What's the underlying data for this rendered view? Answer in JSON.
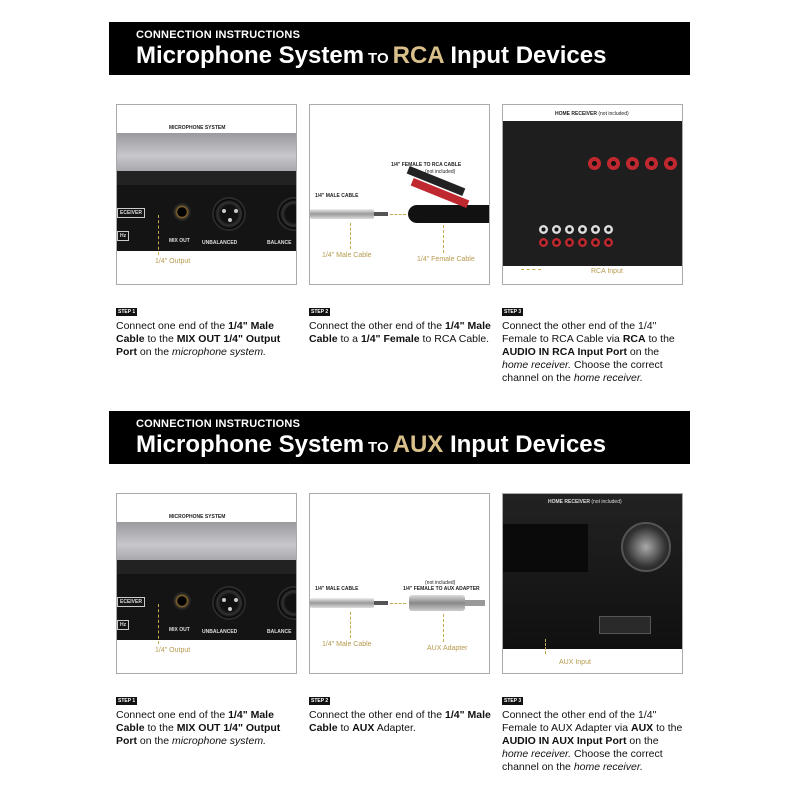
{
  "colors": {
    "banner_bg": "#000000",
    "highlight": "#d9c08a",
    "callout": "#b89a4e"
  },
  "sections": [
    {
      "kicker": "CONNECTION INSTRUCTIONS",
      "title_a": "Microphone System",
      "title_to": "to",
      "title_hl": "RCA",
      "title_b": "Input Devices",
      "panel1": {
        "header": "MICROPHONE SYSTEM",
        "receiver": "ECEIVER",
        "hz": "Hz",
        "mix_out": "MIX OUT",
        "unbalanced": "UNBALANCED",
        "balanced": "BALANCE",
        "callout": "1/4\" Output"
      },
      "panel2": {
        "male_label": "1/4\" MALE CABLE",
        "female_label": "1/4\" FEMALE TO RCA CABLE",
        "not_included": "(not included)",
        "callout_male": "1/4\" Male Cable",
        "callout_female": "1/4\" Female Cable"
      },
      "panel3": {
        "header": "HOME RECEIVER",
        "not_included": "(not included)",
        "callout": "RCA Input"
      },
      "steps": [
        {
          "badge": "STEP 1",
          "segments": [
            {
              "t": "Connect one end of the "
            },
            {
              "t": "1/4\" Male Cable",
              "s": "b"
            },
            {
              "t": " to the "
            },
            {
              "t": "MIX OUT 1/4\" Output Port",
              "s": "b"
            },
            {
              "t": " on the "
            },
            {
              "t": "microphone system.",
              "s": "i"
            }
          ]
        },
        {
          "badge": "STEP 2",
          "segments": [
            {
              "t": "Connect the other end of the "
            },
            {
              "t": "1/4\" Male Cable",
              "s": "b"
            },
            {
              "t": " to a "
            },
            {
              "t": "1/4\" Female",
              "s": "b"
            },
            {
              "t": " to RCA Cable."
            }
          ]
        },
        {
          "badge": "STEP 3",
          "segments": [
            {
              "t": "Connect the other end of the 1/4\" Female to RCA Cable via "
            },
            {
              "t": "RCA",
              "s": "b"
            },
            {
              "t": " to the "
            },
            {
              "t": "AUDIO IN RCA Input Port",
              "s": "b"
            },
            {
              "t": " on the "
            },
            {
              "t": "home receiver.",
              "s": "i"
            },
            {
              "t": " Choose the correct channel on the "
            },
            {
              "t": "home receiver.",
              "s": "i"
            }
          ]
        }
      ]
    },
    {
      "kicker": "CONNECTION INSTRUCTIONS",
      "title_a": "Microphone System",
      "title_to": "to",
      "title_hl": "AUX",
      "title_b": "Input Devices",
      "panel1": {
        "header": "MICROPHONE SYSTEM",
        "receiver": "ECEIVER",
        "hz": "Hz",
        "mix_out": "MIX OUT",
        "unbalanced": "UNBALANCED",
        "balanced": "BALANCE",
        "callout": "1/4\" Output"
      },
      "panel2": {
        "male_label": "1/4\" MALE CABLE",
        "female_label": "1/4\" FEMALE TO AUX ADAPTER",
        "not_included": "(not included)",
        "callout_male": "1/4\" Male Cable",
        "callout_female": "AUX Adapter"
      },
      "panel3": {
        "header": "HOME RECEIVER",
        "not_included": "(not included)",
        "callout": "AUX Input"
      },
      "steps": [
        {
          "badge": "STEP 1",
          "segments": [
            {
              "t": "Connect one end of the "
            },
            {
              "t": "1/4\" Male Cable",
              "s": "b"
            },
            {
              "t": " to the "
            },
            {
              "t": "MIX OUT 1/4\" Output Port",
              "s": "b"
            },
            {
              "t": " on the "
            },
            {
              "t": "microphone system.",
              "s": "i"
            }
          ]
        },
        {
          "badge": "STEP 2",
          "segments": [
            {
              "t": "Connect the other end of the "
            },
            {
              "t": "1/4\" Male Cable",
              "s": "b"
            },
            {
              "t": " to "
            },
            {
              "t": "AUX",
              "s": "b"
            },
            {
              "t": " Adapter."
            }
          ]
        },
        {
          "badge": "STEP 3",
          "segments": [
            {
              "t": "Connect the other end of the 1/4\" Female to AUX Adapter via "
            },
            {
              "t": "AUX",
              "s": "b"
            },
            {
              "t": " to the "
            },
            {
              "t": "AUDIO IN AUX Input Port",
              "s": "b"
            },
            {
              "t": " on the "
            },
            {
              "t": "home receiver.",
              "s": "i"
            },
            {
              "t": " Choose the correct channel on the "
            },
            {
              "t": "home receiver.",
              "s": "i"
            }
          ]
        }
      ]
    }
  ]
}
